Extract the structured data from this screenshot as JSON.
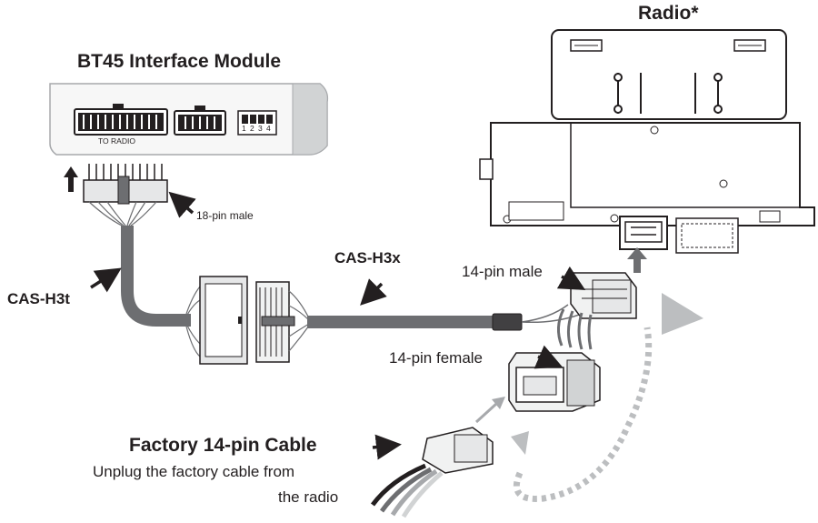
{
  "module": {
    "title": "BT45 Interface Module",
    "port_label": "TO RADIO",
    "dip_numbers": [
      "1",
      "2",
      "3",
      "4"
    ]
  },
  "radio": {
    "title": "Radio*"
  },
  "cables": {
    "h3t": "CAS-H3t",
    "h3x": "CAS-H3x",
    "pin18_male": "18-pin male",
    "pin14_male": "14-pin male",
    "pin14_female": "14-pin female"
  },
  "factory": {
    "title": "Factory 14-pin Cable",
    "note_line1": "Unplug the factory cable from",
    "note_line2": "the radio"
  },
  "colors": {
    "ink": "#231f20",
    "cable": "#6d6e71",
    "module_body": "#f7f7f7",
    "module_shade": "#d1d3d4",
    "arrow_gray": "#bcbec0"
  }
}
